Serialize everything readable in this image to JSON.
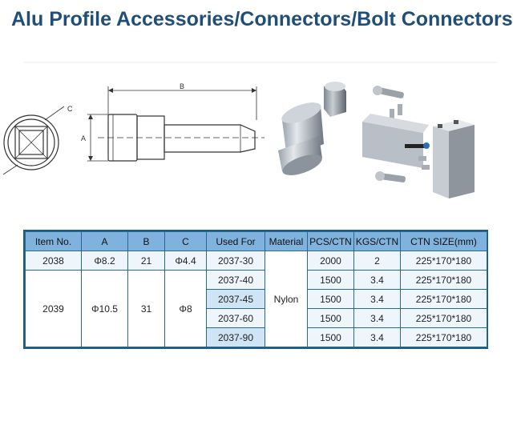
{
  "title": "Alu Profile Accessories/Connectors/Bolt Connectors",
  "drawing": {
    "label_a": "A",
    "label_b": "B",
    "label_c": "C"
  },
  "table": {
    "headers": [
      "Item No.",
      "A",
      "B",
      "C",
      "Used For",
      "Material",
      "PCS/CTN",
      "KGS/CTN",
      "CTN SIZE(mm)"
    ],
    "row_2038": {
      "item": "2038",
      "a": "Φ8.2",
      "b": "21",
      "c": "Φ4.4",
      "used_for": "2037-30",
      "pcs": "2000",
      "kgs": "2",
      "ctn": "225*170*180"
    },
    "item_2039": {
      "item": "2039",
      "a": "Φ10.5",
      "b": "31",
      "c": "Φ8"
    },
    "material": "Nylon",
    "rows_2039": [
      {
        "used_for": "2037-40",
        "pcs": "1500",
        "kgs": "3.4",
        "ctn": "225*170*180"
      },
      {
        "used_for": "2037-45",
        "pcs": "1500",
        "kgs": "3.4",
        "ctn": "225*170*180"
      },
      {
        "used_for": "2037-60",
        "pcs": "1500",
        "kgs": "3.4",
        "ctn": "225*170*180"
      },
      {
        "used_for": "2037-90",
        "pcs": "1500",
        "kgs": "3.4",
        "ctn": "225*170*180"
      }
    ]
  }
}
